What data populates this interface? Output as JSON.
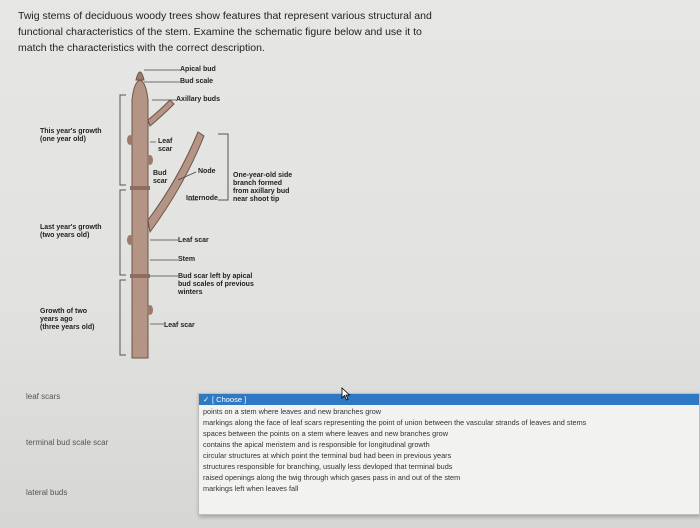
{
  "question": {
    "line1": "Twig stems of deciduous woody trees show features that represent various structural and",
    "line2": "functional characteristics of the stem. Examine the schematic figure below and use it to",
    "line3": "match the characteristics with the correct description."
  },
  "diagram": {
    "apical_bud": "Apical bud",
    "bud_scale": "Bud scale",
    "axillary_buds": "Axillary buds",
    "this_years_growth_1": "This year's growth",
    "this_years_growth_2": "(one year old)",
    "leaf_scar_1a": "Leaf",
    "leaf_scar_1b": "scar",
    "bud_scar_a": "Bud",
    "bud_scar_b": "scar",
    "node": "Node",
    "internode": "Internode",
    "side_branch_1": "One-year-old side",
    "side_branch_2": "branch formed",
    "side_branch_3": "from axillary bud",
    "side_branch_4": "near shoot tip",
    "last_years_growth_1": "Last year's growth",
    "last_years_growth_2": "(two years old)",
    "leaf_scar_2": "Leaf scar",
    "stem": "Stem",
    "bud_scar_apical_1": "Bud scar left by apical",
    "bud_scar_apical_2": "bud scales of previous",
    "bud_scar_apical_3": "winters",
    "growth_two_years_1": "Growth of two",
    "growth_two_years_2": "years ago",
    "growth_two_years_3": "(three years old)",
    "leaf_scar_3": "Leaf scar"
  },
  "matching": {
    "rows": [
      "leaf scars",
      "terminal bud scale scar",
      "lateral buds"
    ],
    "dropdown": {
      "selected": "[ Choose ]",
      "check": "✓",
      "options": [
        "points on a stem where leaves and new branches grow",
        "markings along the face of leaf scars representing the point of union between the vascular strands of leaves and stems",
        "spaces between the points on a stem where leaves and new branches grow",
        "contains the apical meristem and is responsible for longitudinal growth",
        "circular structures at which point the terminal bud had been in previous years",
        "structures responsible for branching, usually less devloped that terminal buds",
        "raised openings along the twig through which gases pass in and out of the stem",
        "markings left when leaves fall"
      ]
    }
  }
}
